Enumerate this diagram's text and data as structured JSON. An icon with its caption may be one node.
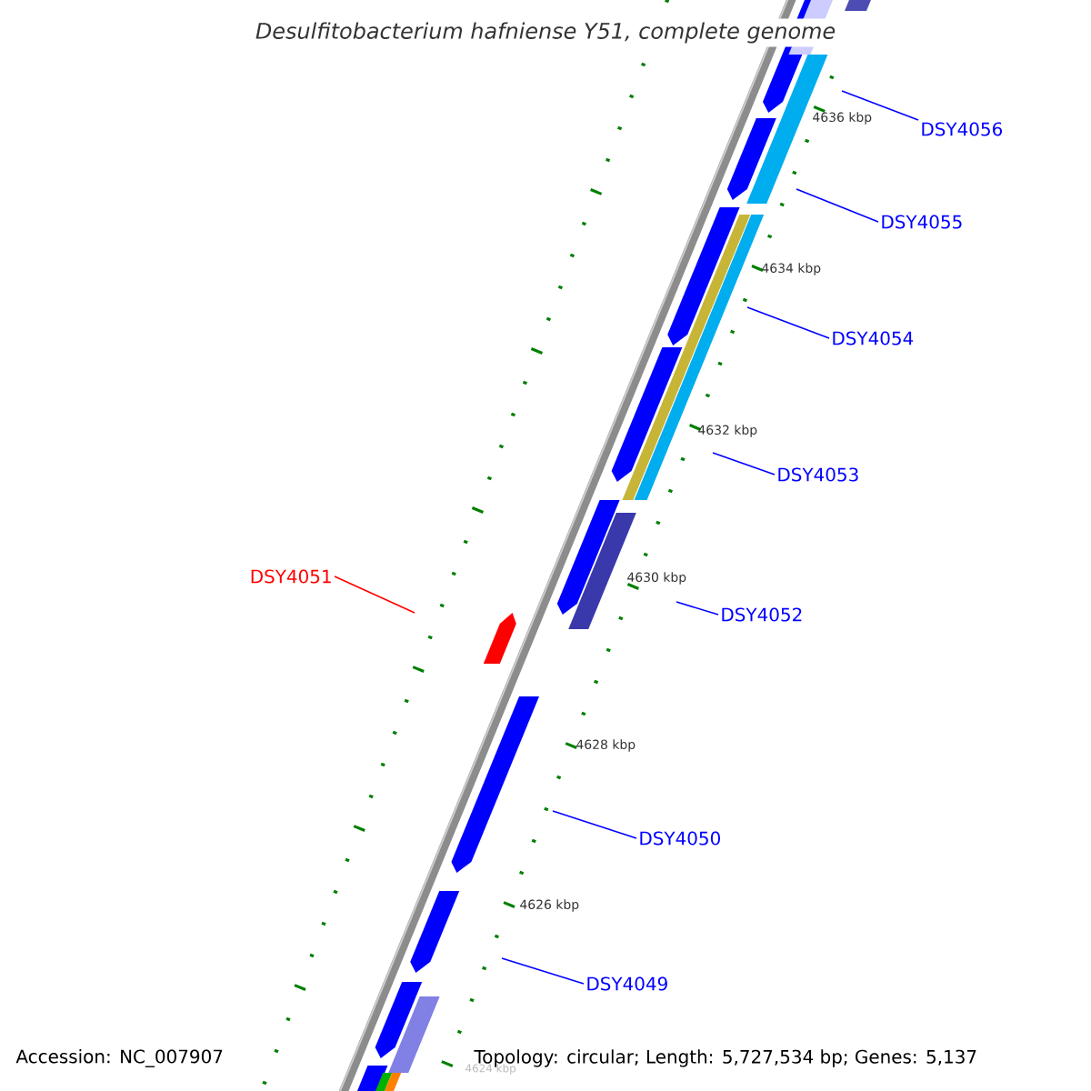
{
  "diagram": {
    "title": "Desulfitobacterium hafniense Y51, complete genome",
    "nodes": [
      {
        "text": [
          "DSY4056"
        ]
      },
      {
        "text": [
          "DSY4055"
        ]
      },
      {
        "text": [
          "DSY4054"
        ]
      },
      {
        "text": [
          "DSY4053"
        ]
      },
      {
        "text": [
          "DSY4051"
        ]
      },
      {
        "text": [
          "DSY4052"
        ]
      },
      {
        "text": [
          "DSY4050"
        ]
      },
      {
        "text": [
          "DSY4049"
        ]
      }
    ],
    "edges": [
      {
        "from": 0,
        "to": null,
        "arrow": "none"
      },
      {
        "from": 1,
        "to": null,
        "arrow": "none"
      },
      {
        "from": 2,
        "to": null,
        "arrow": "none"
      },
      {
        "from": 3,
        "to": null,
        "arrow": "none"
      },
      {
        "from": 4,
        "to": null,
        "arrow": "none",
        "color": "#ff0000"
      },
      {
        "from": 5,
        "to": null,
        "arrow": "none"
      },
      {
        "from": 6,
        "to": null,
        "arrow": "none"
      },
      {
        "from": 7,
        "to": null,
        "arrow": "none"
      }
    ],
    "labels": [
      "4636 kbp",
      "4634 kbp",
      "4632 kbp",
      "4630 kbp",
      "4628 kbp",
      "4626 kbp",
      "Accession: NC_007907",
      "Topology: circular; Length: 5,727,534 bp; Genes: 5,137",
      "4624 kbp"
    ]
  }
}
